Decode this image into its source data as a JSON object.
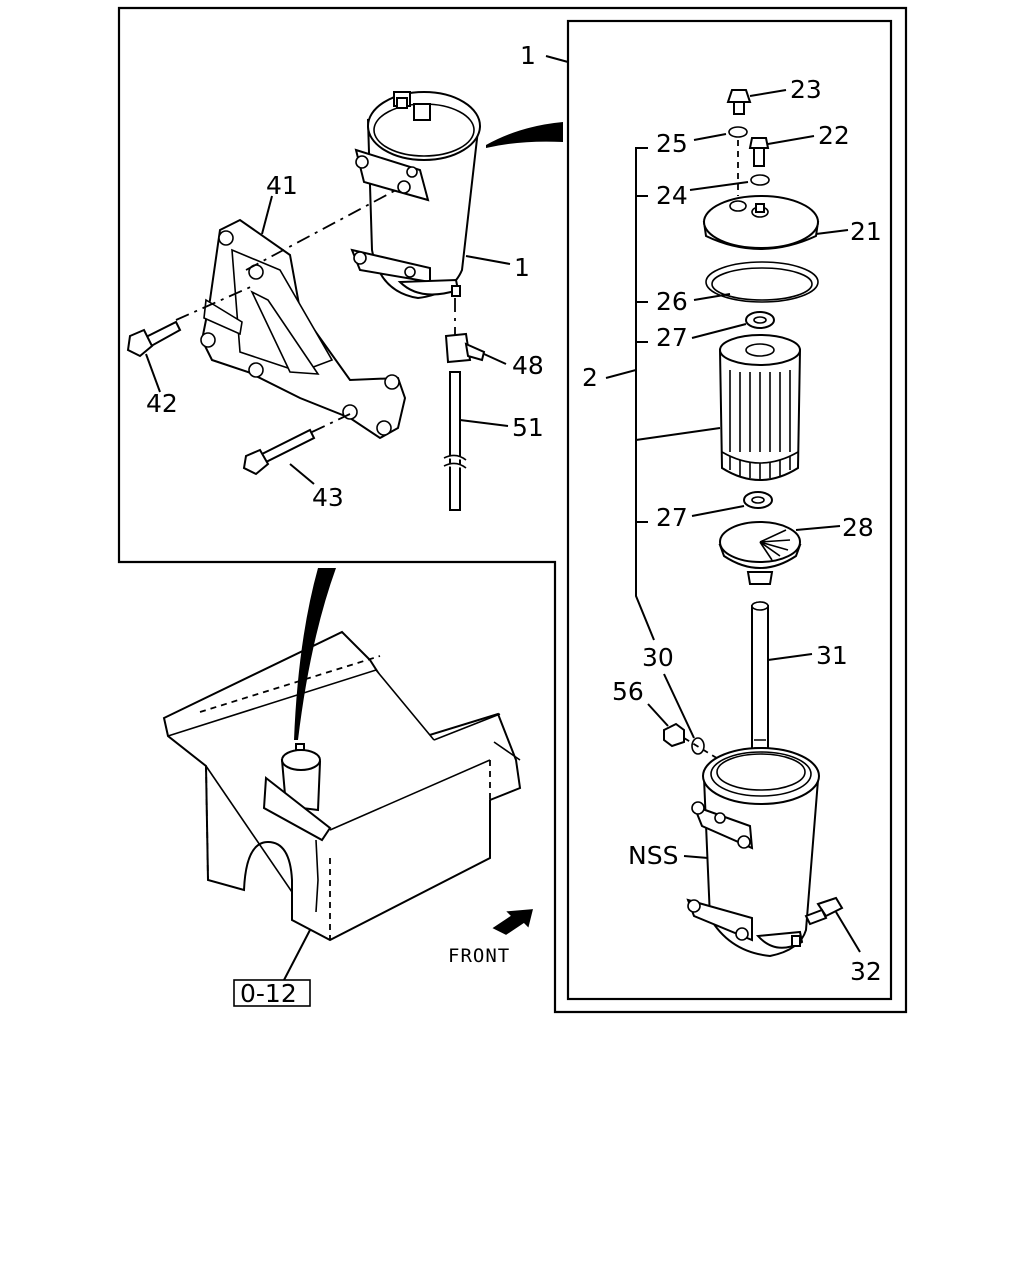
{
  "callouts": {
    "c1_top": "1",
    "c1_side": "1",
    "c2": "2",
    "c21": "21",
    "c22": "22",
    "c23": "23",
    "c24": "24",
    "c25": "25",
    "c26": "26",
    "c27_top": "27",
    "c27_bottom": "27",
    "c28": "28",
    "c30": "30",
    "c31": "31",
    "c32": "32",
    "c41": "41",
    "c42": "42",
    "c43": "43",
    "c48": "48",
    "c51": "51",
    "c56": "56",
    "nss": "NSS"
  },
  "front_label": "FRONT",
  "ref_box": "0-12"
}
